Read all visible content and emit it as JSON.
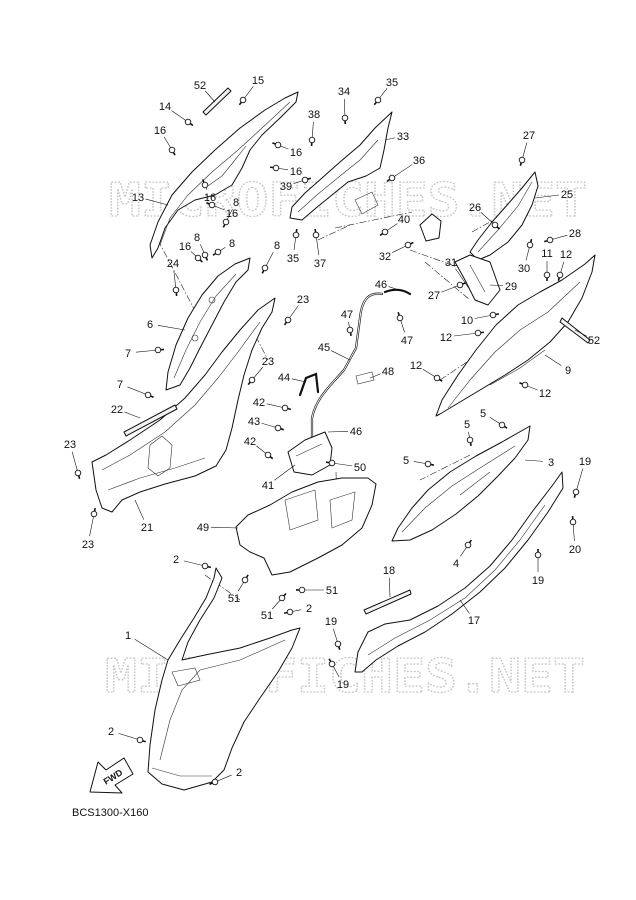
{
  "watermark": "MICROFICHES.NET",
  "diagram_code": "BCS1300-X160",
  "fwd_label": "FWD",
  "callouts": [
    "52",
    "15",
    "14",
    "16",
    "34",
    "35",
    "38",
    "33",
    "16",
    "16",
    "36",
    "39",
    "27",
    "13",
    "16",
    "16",
    "26",
    "25",
    "8",
    "40",
    "8",
    "16",
    "8",
    "8",
    "35",
    "37",
    "32",
    "28",
    "24",
    "11",
    "12",
    "31",
    "30",
    "46",
    "29",
    "27",
    "23",
    "47",
    "10",
    "6",
    "12",
    "47",
    "52",
    "7",
    "45",
    "23",
    "12",
    "9",
    "44",
    "48",
    "7",
    "42",
    "12",
    "22",
    "5",
    "43",
    "5",
    "46",
    "23",
    "42",
    "3",
    "5",
    "19",
    "41",
    "50",
    "49",
    "21",
    "23",
    "20",
    "2",
    "4",
    "19",
    "18",
    "51",
    "51",
    "2",
    "51",
    "17",
    "19",
    "1",
    "19",
    "2",
    "2"
  ]
}
